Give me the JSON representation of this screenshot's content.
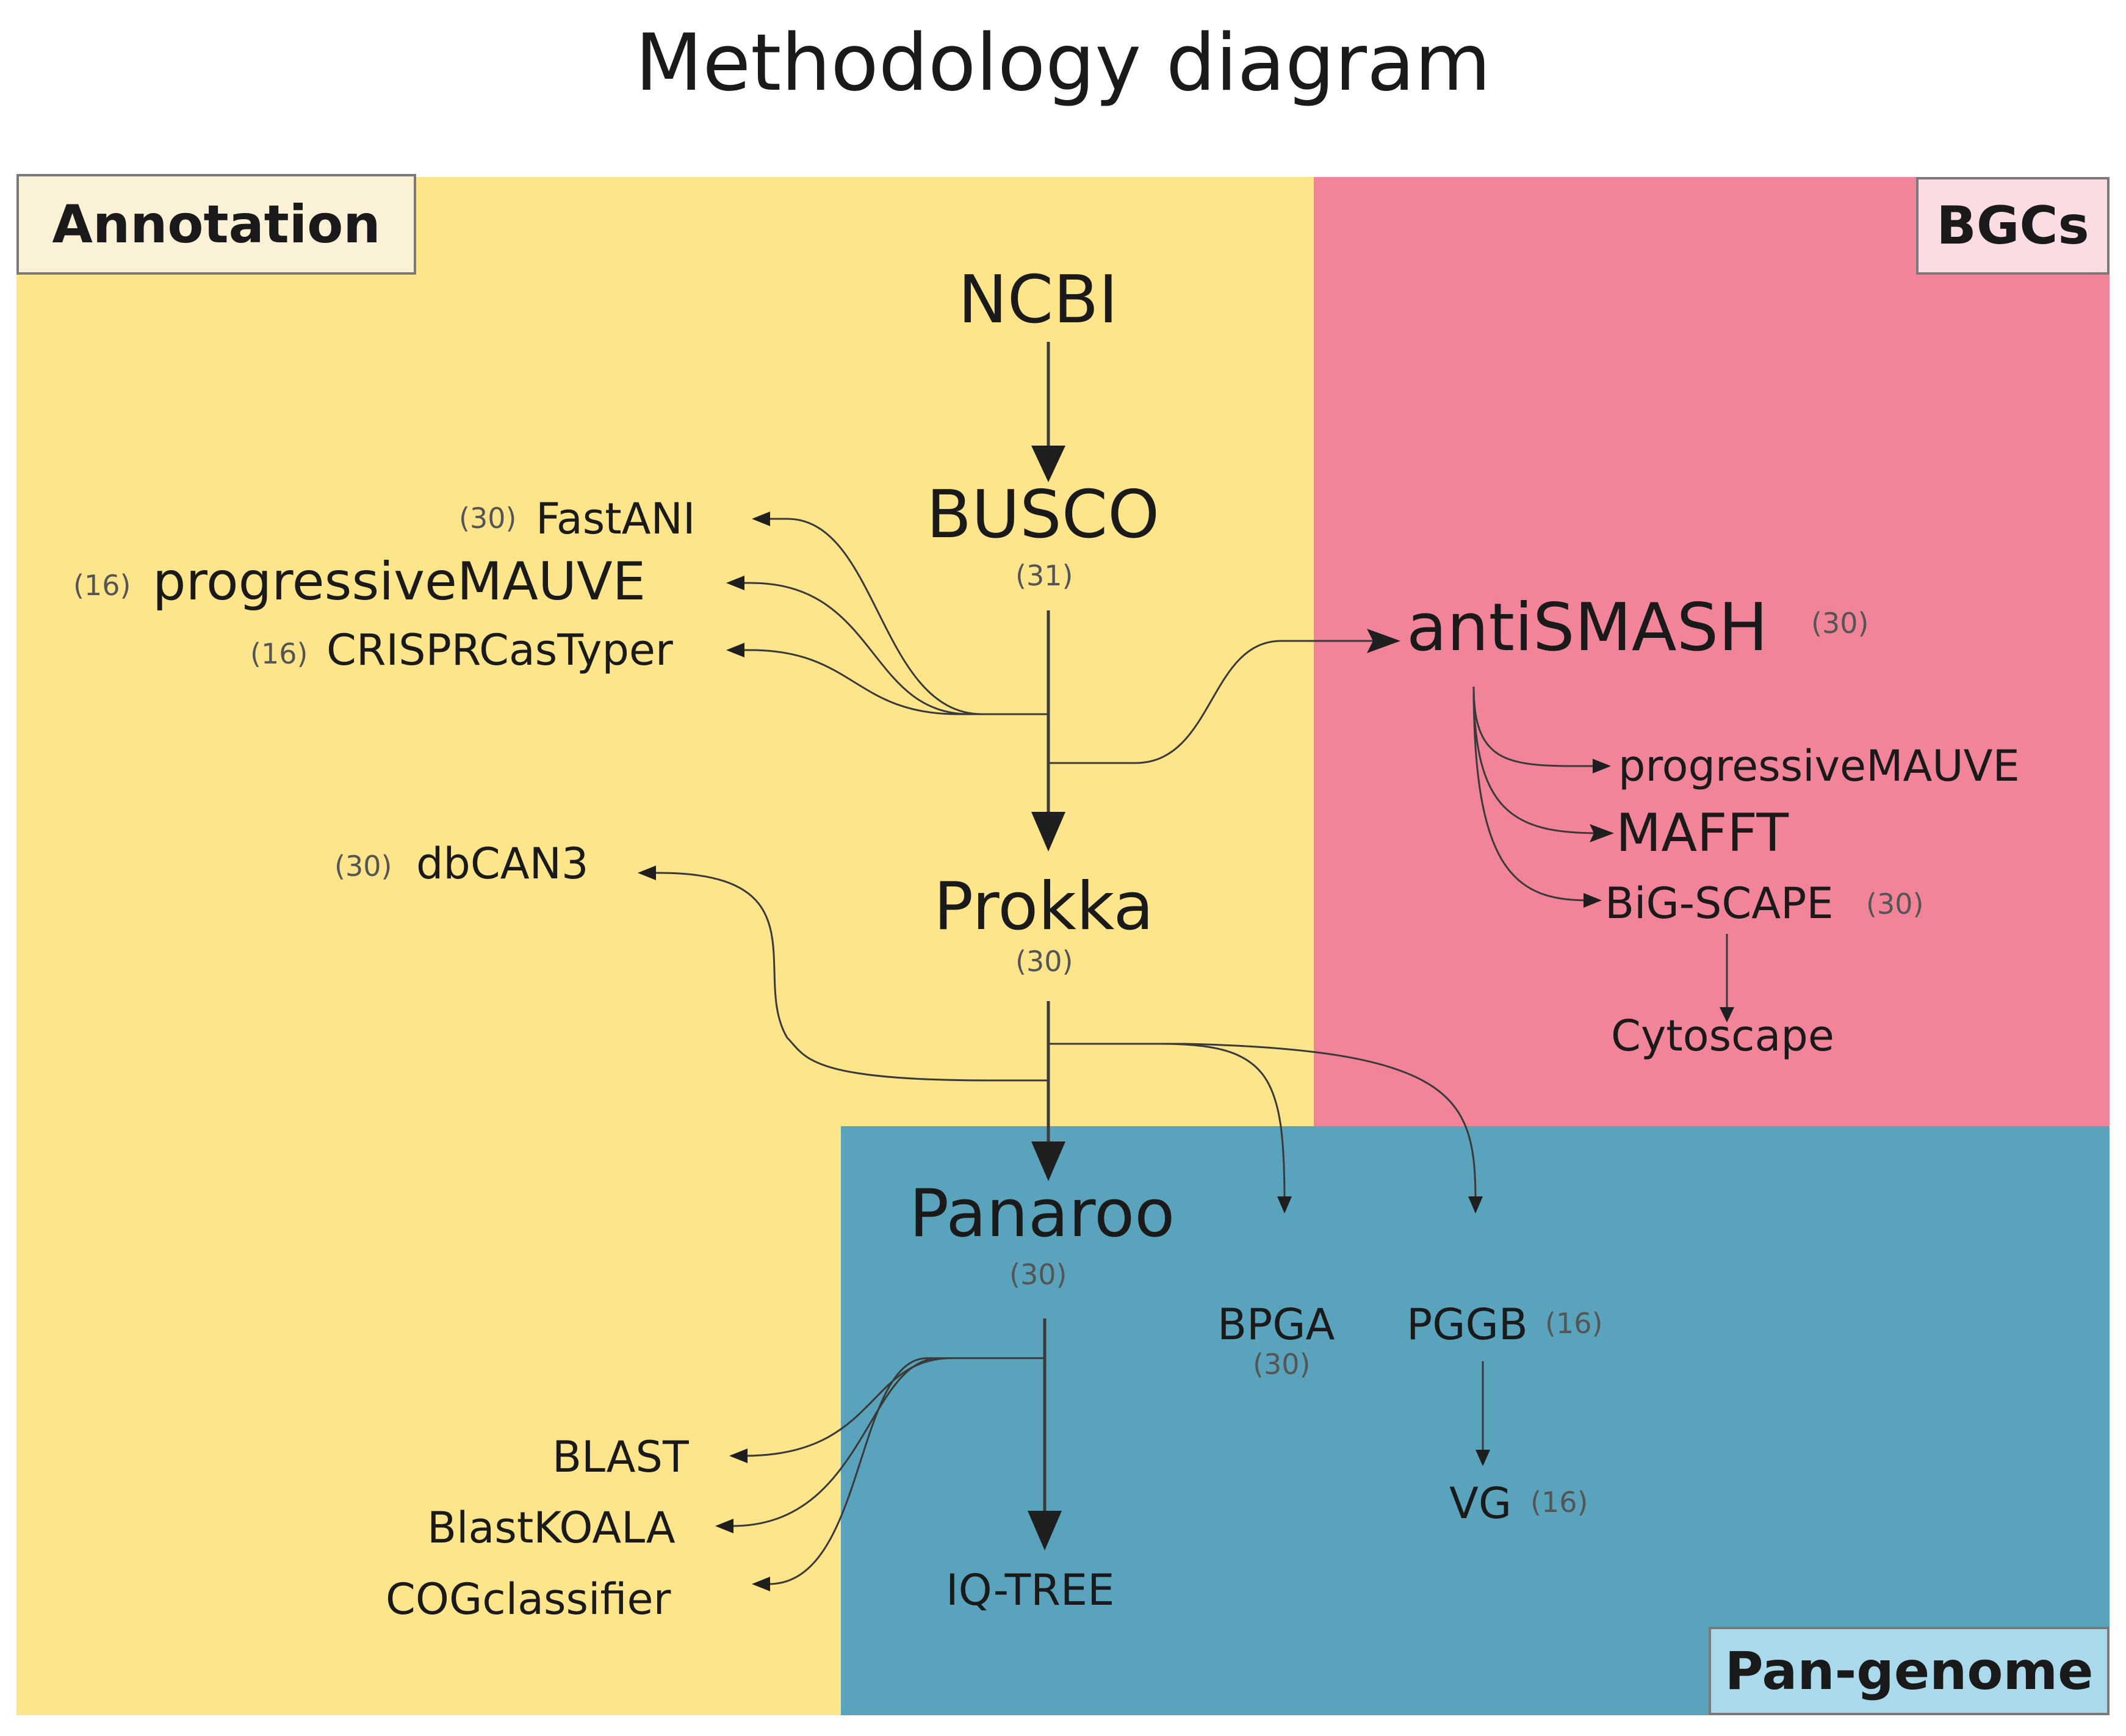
{
  "title": "Methodology diagram",
  "colors": {
    "annotation": "#FDE58B",
    "bgcs": "#F28499",
    "pangenome": "#5AA3BC",
    "annotation_badge": "#FBF1D6",
    "bgcs_badge": "#FCDCE3",
    "pangenome_badge": "#A9D9EA",
    "arrow": "#3a3a3a"
  },
  "regions": {
    "annotation": "Annotation",
    "bgcs": "BGCs",
    "pangenome": "Pan-genome"
  },
  "nodes": {
    "ncbi": "NCBI",
    "busco": "BUSCO",
    "busco_ref": "(31)",
    "fastani": "FastANI",
    "fastani_ref": "(30)",
    "pmauve_left": "progressiveMAUVE",
    "pmauve_left_ref": "(16)",
    "crispr": "CRISPRCasTyper",
    "crispr_ref": "(16)",
    "antismash": "antiSMASH",
    "antismash_ref": "(30)",
    "pmauve_right": "progressiveMAUVE",
    "mafft": "MAFFT",
    "bigscape": "BiG-SCAPE",
    "bigscape_ref": "(30)",
    "cytoscape": "Cytoscape",
    "dbcan": "dbCAN3",
    "dbcan_ref": "(30)",
    "prokka": "Prokka",
    "prokka_ref": "(30)",
    "panaroo": "Panaroo",
    "panaroo_ref": "(30)",
    "bpga": "BPGA",
    "bpga_ref": "(30)",
    "pggb": "PGGB",
    "pggb_ref": "(16)",
    "vg": "VG",
    "vg_ref": "(16)",
    "blast": "BLAST",
    "blastkoala": "BlastKOALA",
    "cogclassifier": "COGclassifier",
    "iqtree": "IQ-TREE"
  }
}
